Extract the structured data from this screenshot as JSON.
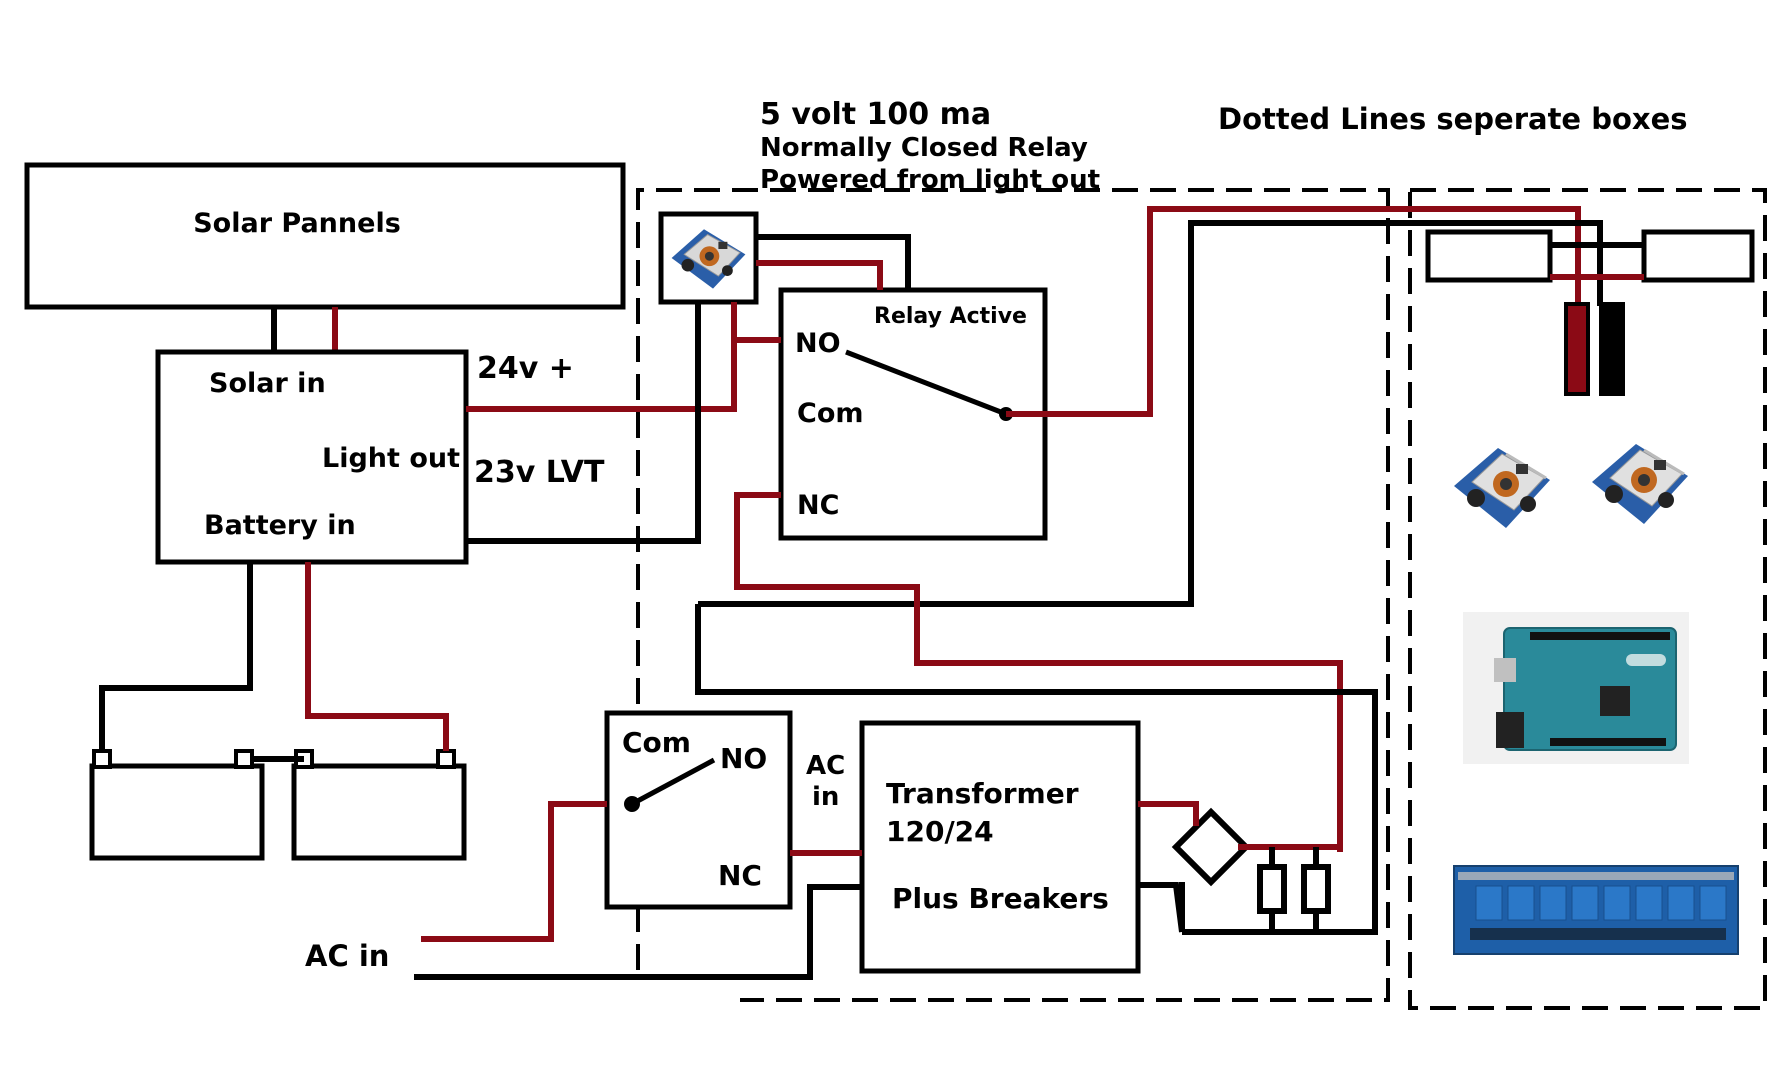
{
  "colors": {
    "wire_black": "#000000",
    "wire_red": "#8b0a15",
    "board_teal": "#2a8a9a",
    "relay_blue": "#1e5fa8"
  },
  "header": {
    "relay_line1": "5 volt 100 ma",
    "relay_line2": "Normally Closed Relay",
    "relay_line3": "Powered from light out",
    "note": "Dotted Lines seperate boxes"
  },
  "solar": {
    "title": "Solar Pannels"
  },
  "controller": {
    "solar_in": "Solar in",
    "light_out": "Light out",
    "battery_in": "Battery in",
    "v24": "24v +",
    "v23": "23v LVT"
  },
  "relay": {
    "active": "Relay Active",
    "no": "NO",
    "com": "Com",
    "nc": "NC"
  },
  "ac_switch": {
    "com": "Com",
    "no": "NO",
    "nc": "NC",
    "ac_in_1": "AC",
    "ac_in_2": "in"
  },
  "transformer": {
    "line1": "Transformer",
    "line2": "120/24",
    "line3": "Plus Breakers"
  },
  "ac_in": "AC in",
  "icons": [
    "buck-converter-icon",
    "arduino-board-icon",
    "relay-module-icon",
    "battery-icon",
    "bridge-rectifier-icon",
    "capacitor-icon"
  ]
}
